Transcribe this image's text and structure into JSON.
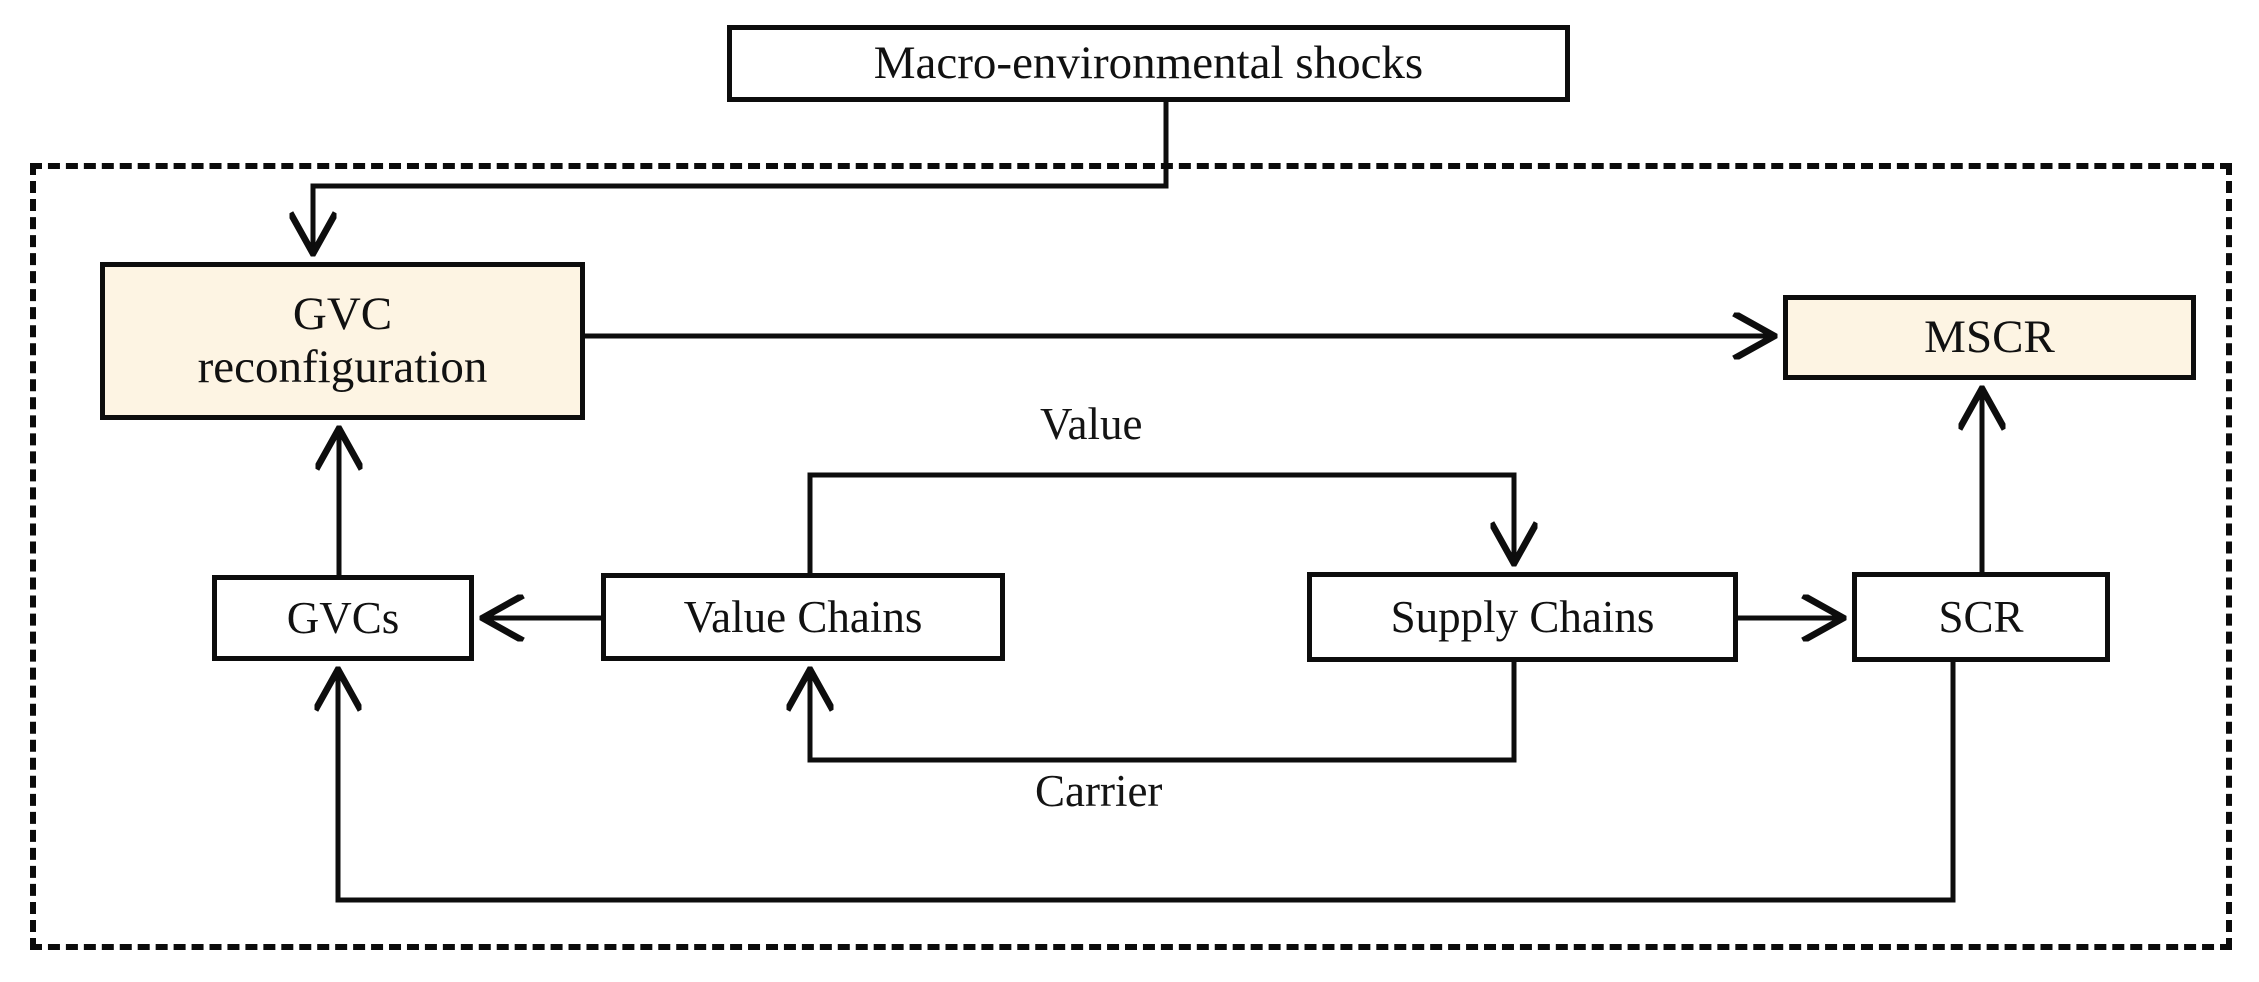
{
  "figure": {
    "type": "flow-diagram",
    "background_color": "#ffffff",
    "line_color": "#0d0d0d",
    "accent_fill": "#fdf4e3",
    "plain_fill": "#ffffff"
  },
  "boundary": {
    "name": "system-boundary",
    "style": "dashed"
  },
  "nodes": {
    "macro_shocks": {
      "label": "Macro-environmental shocks",
      "fill": "#ffffff"
    },
    "gvc_reconfiguration": {
      "label": "GVC\nreconfiguration",
      "fill": "#fdf4e3"
    },
    "mscr": {
      "label": "MSCR",
      "fill": "#fdf4e3"
    },
    "gvcs": {
      "label": "GVCs",
      "fill": "#ffffff"
    },
    "value_chains": {
      "label": "Value Chains",
      "fill": "#ffffff"
    },
    "supply_chains": {
      "label": "Supply Chains",
      "fill": "#ffffff"
    },
    "scr": {
      "label": "SCR",
      "fill": "#ffffff"
    }
  },
  "edge_labels": {
    "value": "Value",
    "carrier": "Carrier"
  },
  "edges": [
    {
      "from": "macro_shocks",
      "to": "gvc_reconfiguration",
      "label": "",
      "arrow": true
    },
    {
      "from": "gvc_reconfiguration",
      "to": "mscr",
      "label": "",
      "arrow": true
    },
    {
      "from": "value_chains",
      "to": "gvcs",
      "label": "",
      "arrow": true
    },
    {
      "from": "gvcs",
      "to": "gvc_reconfiguration",
      "label": "",
      "arrow": true
    },
    {
      "from": "value_chains",
      "to": "supply_chains",
      "label": "Value",
      "arrow": true
    },
    {
      "from": "supply_chains",
      "to": "value_chains",
      "label": "Carrier",
      "arrow": true
    },
    {
      "from": "supply_chains",
      "to": "scr",
      "label": "",
      "arrow": true
    },
    {
      "from": "scr",
      "to": "mscr",
      "label": "",
      "arrow": true
    },
    {
      "from": "scr",
      "to": "gvcs",
      "label": "",
      "arrow": true
    }
  ]
}
